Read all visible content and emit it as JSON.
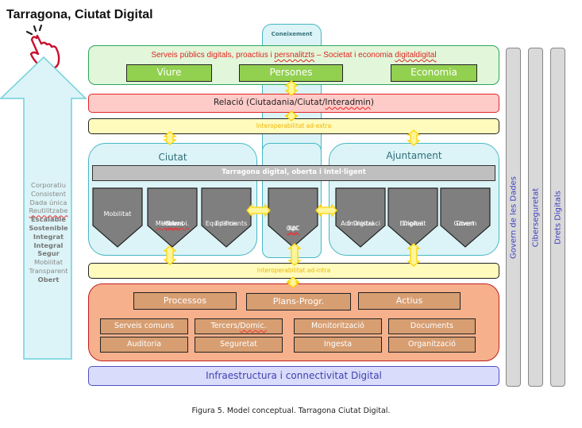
{
  "title": "Tarragona, Ciutat Digital",
  "icons": {
    "pointer": "hand-pointer-icon",
    "upArrow": "up-arrow-icon"
  },
  "values": [
    {
      "text": "Corporatiu",
      "style": "normal"
    },
    {
      "text": "Consistent",
      "style": "normal"
    },
    {
      "text": "Dada única",
      "style": "normal"
    },
    {
      "text": "Reutilitzabe",
      "style": "underline"
    },
    {
      "text": "Escalable",
      "style": "bold"
    },
    {
      "text": "Sostenible",
      "style": "bold"
    },
    {
      "text": "Integrat",
      "style": "bold"
    },
    {
      "text": "Integral",
      "style": "bold"
    },
    {
      "text": "Segur",
      "style": "bold"
    },
    {
      "text": "Mobilitat",
      "style": "normal"
    },
    {
      "text": "Transparent",
      "style": "normal"
    },
    {
      "text": "Obert",
      "style": "bold"
    }
  ],
  "coneixement": "Coneixement",
  "serveis": {
    "part1": "Serveis públics digitals, proactius i ",
    "part2": "persnalitzts",
    "part3": " – Societat i economia ",
    "part4": "digitaldigital",
    "buttons": [
      "Viure",
      "Persones",
      "Economia"
    ]
  },
  "relacio": {
    "part1": "Relació (Ciutadania/Ciutat/",
    "part2": "Interadmin",
    "part3": ")"
  },
  "interop_extra": "Interoperabilitat ad-extra",
  "interop_intra": "Interoperabilitat ad-intra",
  "ciutat": "Ciutat",
  "ajuntament": "Ajuntament",
  "tarragona_bar": "Tarragona digital, oberta i Intel·ligent",
  "chevrons": {
    "mobilitat": "Mobilitat",
    "serv1": "Serv",
    "serv2": " Urbans",
    "serv3": "MediAmbi.",
    "equip1": "Equipaments",
    "equip2": "Edificis",
    "kpi1": "Kpi",
    "kpi2": "/",
    "kpi3": "OdC",
    "admin1": "Administraci",
    "admin2": "ó Digital",
    "empleat1": "Empleat",
    "empleat2": "Digital",
    "govern1": "Govern",
    "govern2": "Obert"
  },
  "base": {
    "top": [
      "Processos",
      "Plans-Progr.",
      "Actius"
    ],
    "row1": [
      "Serveis comuns",
      "Tercers/",
      "Domic.",
      "Monitorització",
      "Documents"
    ],
    "row2": [
      "Auditoria",
      "Seguretat",
      "Ingesta",
      "Organització"
    ]
  },
  "infra": "Infraestructura i connectivitat Digital",
  "vertical": [
    "Govern de les Dades",
    "Ciberseguretat",
    "Drets Digitals"
  ],
  "caption": "Figura 5. Model conceptual. Tarragona Ciutat Digital.",
  "colors": {
    "green_fill": "#e2f6da",
    "green_btn": "#92d050",
    "red_text": "#e0261f",
    "pink_fill": "#fdcbc8",
    "yellow_fill": "#fefbbc",
    "arrow_yellow": "#ffd400",
    "teal_fill": "#dcf4f7",
    "teal_border": "#47b7c4",
    "chevron": "#7f7f7f",
    "orange_fill": "#f6b08c",
    "orange_box": "#d79e72",
    "blue_fill": "#d9dcfb",
    "blue_text": "#4141b0",
    "grey_bar": "#d9d9d9"
  }
}
